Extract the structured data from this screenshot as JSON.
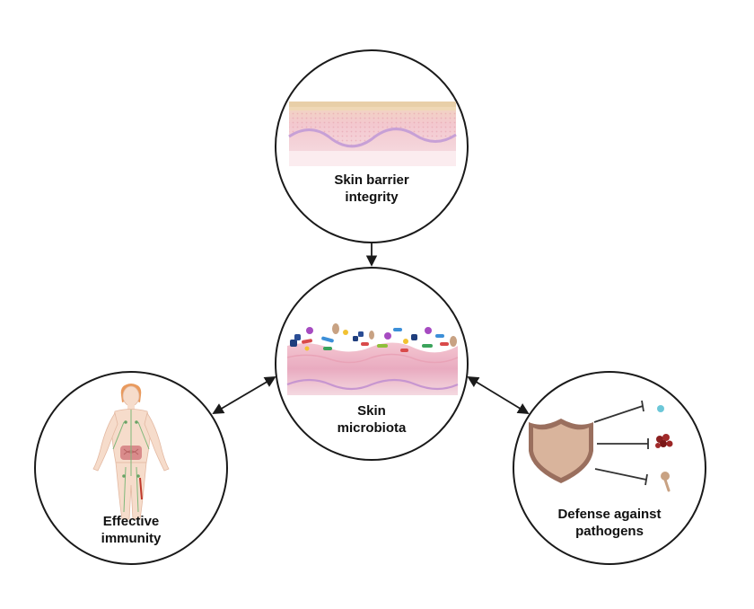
{
  "nodes": {
    "barrier": {
      "line1": "Skin barrier",
      "line2": "integrity",
      "icon": "skin-layers-icon"
    },
    "microbiota": {
      "line1": "Skin",
      "line2": "microbiota",
      "icon": "skin-microbes-icon"
    },
    "immunity": {
      "line1": "Effective",
      "line2": "immunity",
      "icon": "human-body-icon"
    },
    "defense": {
      "line1": "Defense against",
      "line2": "pathogens",
      "icon": "shield-icon"
    }
  },
  "colors": {
    "outline": "#1a1a1a",
    "skin_top": "#f1d6b8",
    "skin_mid": "#f0c3cf",
    "skin_deep": "#e7a9bd",
    "dermis": "#f7dde3",
    "shield": "#d9b49c",
    "shield_rim": "#9a6f5e",
    "body": "#f6dccb",
    "hair": "#e99a5d"
  }
}
